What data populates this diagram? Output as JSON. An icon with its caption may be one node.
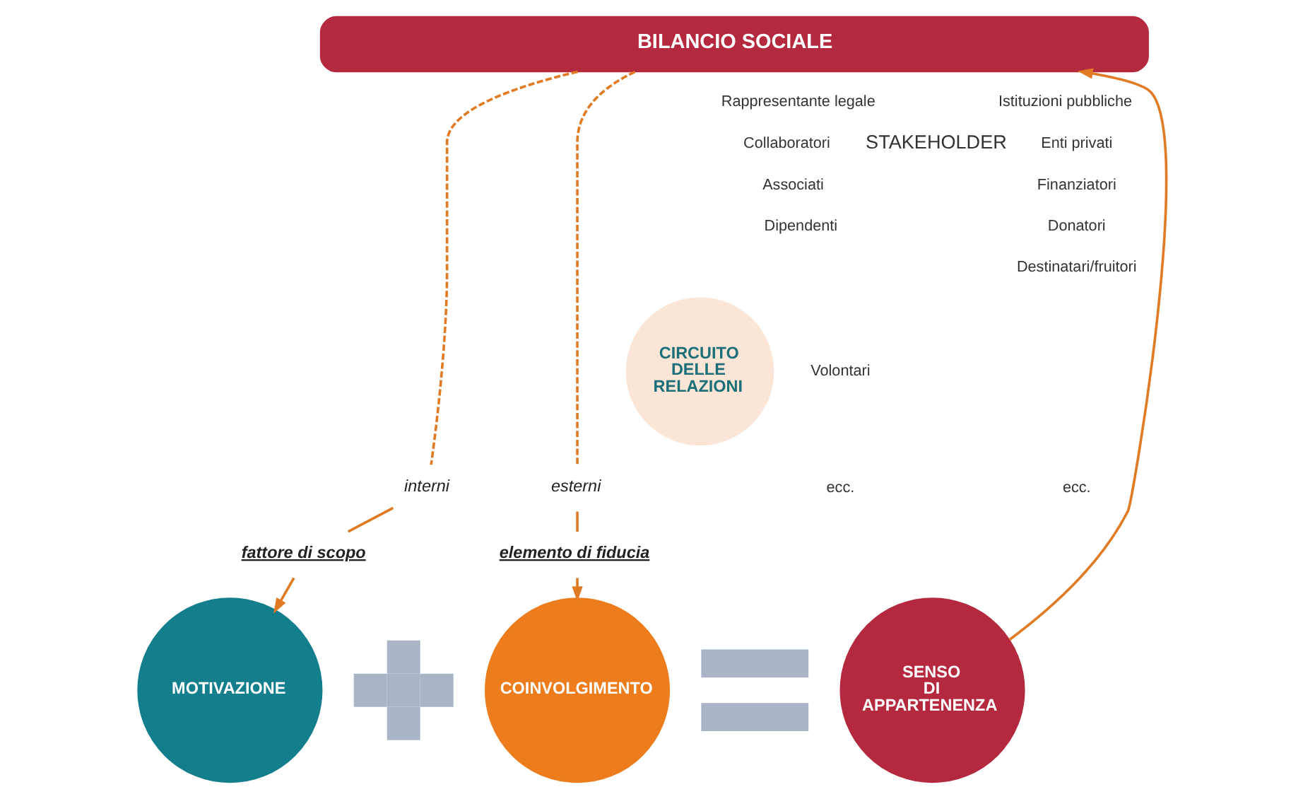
{
  "diagram": {
    "nodes": [
      {
        "text": [
          "BILANCIO SOCIALE"
        ]
      },
      {
        "text": [
          "interni"
        ]
      },
      {
        "text": [
          "esterni"
        ]
      },
      {
        "text": [
          "fattore di scopo"
        ]
      },
      {
        "text": [
          "elemento di fiducia"
        ]
      },
      {
        "text": [
          "CIRCUITO DELLE RELAZIONI"
        ]
      },
      {
        "text": [
          "MOTIVAZIONE"
        ]
      },
      {
        "text": [],
        "shape": "plus"
      },
      {
        "text": [
          "COINVOLGIMENTO"
        ]
      },
      {
        "text": [],
        "shape": "equals"
      },
      {
        "text": [
          "SENSO DI APPARTENENZA"
        ]
      }
    ],
    "edges": [
      {
        "from": 0,
        "to": 1,
        "arrow": "none",
        "style": "dashed"
      },
      {
        "from": 0,
        "to": 2,
        "arrow": "none",
        "style": "dashed"
      },
      {
        "from": 1,
        "to": 3,
        "arrow": "none"
      },
      {
        "from": 2,
        "to": 4,
        "arrow": "none"
      },
      {
        "from": 3,
        "to": 6,
        "arrow": "to"
      },
      {
        "from": 4,
        "to": 8,
        "arrow": "to"
      },
      {
        "from": 10,
        "to": 0,
        "arrow": "to"
      }
    ],
    "labels": [
      "Rappresentante legale",
      "Collaboratori",
      "Associati",
      "Dipendenti",
      "Volontari",
      "ecc.",
      "STAKEHOLDER",
      "Istituzioni pubbliche",
      "Enti privati",
      "Finanziatori",
      "Donatori",
      "Destinatari/fruitori",
      "ecc."
    ]
  }
}
